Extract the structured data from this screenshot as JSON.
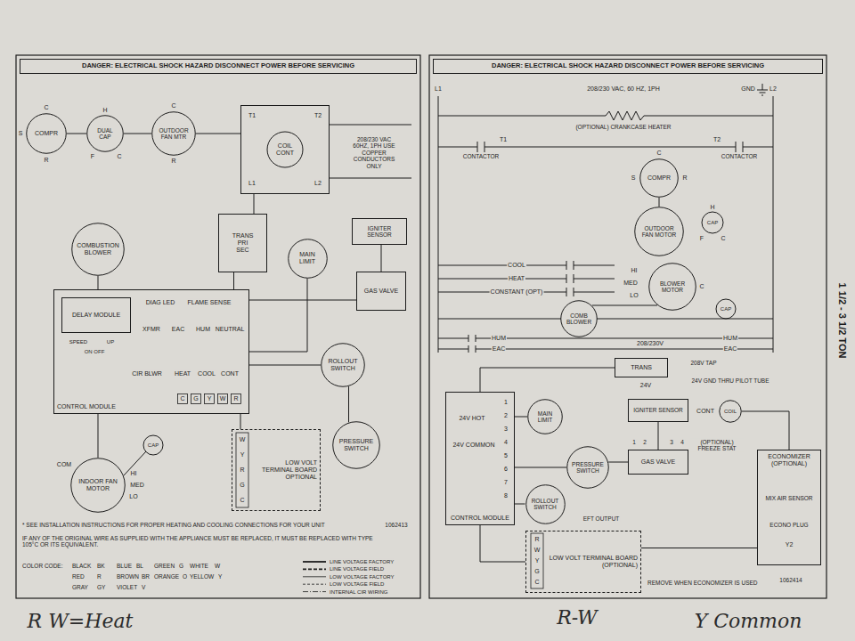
{
  "diagram": {
    "nodes": [
      {
        "text": [
          "DANGER: ELECTRICAL SHOCK HAZARD DISCONNECT POWER BEFORE SERVICING"
        ]
      },
      {
        "text": [
          "COMPR"
        ]
      },
      {
        "text": [
          "DUAL CAP"
        ]
      },
      {
        "text": [
          "OUTDOOR FAN MTR"
        ]
      },
      {
        "text": [
          "COIL CONT"
        ]
      },
      {
        "text": [
          "COMBUSTION BLOWER"
        ]
      },
      {
        "text": [
          "TRANS",
          "PRI",
          "SEC"
        ]
      },
      {
        "text": [
          "MAIN LIMIT"
        ]
      },
      {
        "text": [
          "IGNITER SENSOR"
        ]
      },
      {
        "text": [
          "GAS VALVE"
        ]
      },
      {
        "text": [
          "CONTROL MODULE"
        ]
      },
      {
        "text": [
          "DELAY MODULE"
        ],
        "in": 10
      },
      {
        "text": [
          "ROLLOUT SWITCH"
        ]
      },
      {
        "text": [
          "INDOOR FAN MOTOR"
        ]
      },
      {
        "text": [
          "LOW VOLT TERMINAL BOARD OPTIONAL"
        ]
      },
      {
        "text": [
          "PRESSURE SWITCH"
        ]
      },
      {
        "text": [
          "DANGER: ELECTRICAL SHOCK HAZARD DISCONNECT POWER BEFORE SERVICING"
        ]
      },
      {
        "text": [
          "COMPR"
        ]
      },
      {
        "text": [
          "OUTDOOR FAN MOTOR"
        ]
      },
      {
        "text": [
          "BLOWER MOTOR"
        ]
      },
      {
        "text": [
          "COMB BLOWER"
        ]
      },
      {
        "text": [
          "TRANS"
        ]
      },
      {
        "text": [
          "COIL"
        ]
      },
      {
        "text": [
          "IGNITER SENSOR"
        ]
      },
      {
        "text": [
          "GAS VALVE"
        ]
      },
      {
        "text": [
          "CONTROL MODULE"
        ]
      },
      {
        "text": [
          "MAIN LIMIT"
        ]
      },
      {
        "text": [
          "PRESSURE SWITCH"
        ]
      },
      {
        "text": [
          "ROLLOUT SWITCH"
        ]
      },
      {
        "text": [
          "LOW VOLT TERMINAL BOARD (OPTIONAL)"
        ]
      },
      {
        "text": [
          "ECONOMIZER (OPTIONAL)"
        ]
      }
    ],
    "edges": [
      {
        "from": 1,
        "to": 2,
        "arrow": "none"
      },
      {
        "from": 2,
        "to": 3,
        "arrow": "none"
      },
      {
        "from": 3,
        "to": 4,
        "arrow": "none"
      },
      {
        "from": 4,
        "to": 6,
        "arrow": "none"
      },
      {
        "from": 6,
        "to": 10,
        "arrow": "none"
      },
      {
        "from": 5,
        "to": 10,
        "arrow": "none"
      },
      {
        "from": 7,
        "to": 10,
        "arrow": "none"
      },
      {
        "from": 8,
        "to": 9,
        "arrow": "none"
      },
      {
        "from": 9,
        "to": 10,
        "arrow": "none"
      },
      {
        "from": 12,
        "to": 10,
        "arrow": "none"
      },
      {
        "from": 12,
        "to": 15,
        "arrow": "none"
      },
      {
        "from": 14,
        "to": 10,
        "arrow": "none"
      },
      {
        "from": 13,
        "to": 10,
        "arrow": "none"
      },
      {
        "from": 17,
        "to": 18,
        "arrow": "none"
      },
      {
        "from": 20,
        "to": 19,
        "arrow": "none"
      },
      {
        "from": 21,
        "to": 25,
        "arrow": "none"
      },
      {
        "from": 26,
        "to": 25,
        "arrow": "none"
      },
      {
        "from": 27,
        "to": 25,
        "arrow": "none"
      },
      {
        "from": 28,
        "to": 25,
        "arrow": "none"
      },
      {
        "from": 23,
        "to": 24,
        "arrow": "none"
      },
      {
        "from": 27,
        "to": 24,
        "arrow": "none"
      },
      {
        "from": 29,
        "to": 25,
        "arrow": "none"
      },
      {
        "from": 30,
        "to": 29,
        "arrow": "none"
      },
      {
        "from": 22,
        "to": 30,
        "arrow": "none"
      }
    ],
    "labels": [
      "C",
      "S",
      "R",
      "H",
      "F",
      "C",
      "C",
      "R",
      "T1",
      "T2",
      "L1",
      "L2",
      "208/230 VAC 60HZ, 1PH USE COPPER CONDUCTORS ONLY",
      "SPEED",
      "UP",
      "ON OFF",
      "DIAG LED",
      "FLAME SENSE",
      "XFMR",
      "EAC",
      "HUM",
      "NEUTRAL",
      "CIR BLWR",
      "HEAT",
      "COOL",
      "CONT",
      "C",
      "G",
      "Y",
      "W",
      "R",
      "W",
      "Y",
      "R",
      "G",
      "C",
      "COM",
      "HI",
      "MED",
      "LO",
      "CAP",
      "* SEE INSTALLATION INSTRUCTIONS FOR PROPER HEATING AND COOLING CONNECTIONS FOR YOUR UNIT",
      "IF ANY OF THE ORIGINAL WIRE AS SUPPLIED WITH THE APPLIANCE MUST BE REPLACED, IT MUST BE REPLACED WITH TYPE 105°C OR ITS EQUIVALENT.",
      "1062413",
      "COLOR CODE:",
      "BLACK",
      "BK",
      "BLUE",
      "BL",
      "GREEN",
      "G",
      "WHITE",
      "W",
      "RED",
      "R",
      "BROWN",
      "BR",
      "ORANGE",
      "O",
      "YELLOW",
      "Y",
      "GRAY",
      "GY",
      "VIOLET",
      "V",
      "L1",
      "208/230 VAC, 60 HZ, 1PH",
      "GND",
      "L2",
      "(OPTIONAL) CRANKCASE HEATER",
      "CONTACTOR",
      "T1",
      "CONTACTOR",
      "T2",
      "C",
      "S",
      "R",
      "CAP",
      "H",
      "F",
      "C",
      "COOL",
      "HEAT",
      "CONSTANT (OPT)",
      "HI",
      "MED",
      "LO",
      "C",
      "CAP",
      "HUM",
      "EAC",
      "208/230V",
      "HUM",
      "EAC",
      "208V TAP",
      "24V",
      "24V GND THRU PILOT TUBE",
      "CONT",
      "(OPTIONAL) FREEZE STAT",
      "24V HOT",
      "24V COMMON",
      "1",
      "2",
      "3",
      "4",
      "5",
      "6",
      "7",
      "8",
      "1",
      "2",
      "3",
      "4",
      "EFT OUTPUT",
      "R",
      "W",
      "Y",
      "G",
      "C",
      "REMOVE WHEN ECONOMIZER IS USED",
      "MIX AIR SENSOR",
      "ECONO PLUG",
      "Y2",
      "1062414",
      "1 1/2 - 3 1/2 TON",
      "R W=Heat",
      "R-W",
      "Y Common"
    ],
    "legend": [
      {
        "text": "LINE VOLTAGE FACTORY"
      },
      {
        "text": "LINE VOLTAGE FIELD"
      },
      {
        "text": "LOW VOLTAGE FACTORY"
      },
      {
        "text": "LOW VOLTAGE FIELD"
      },
      {
        "text": "INTERNAL CIR WIRING"
      }
    ]
  }
}
